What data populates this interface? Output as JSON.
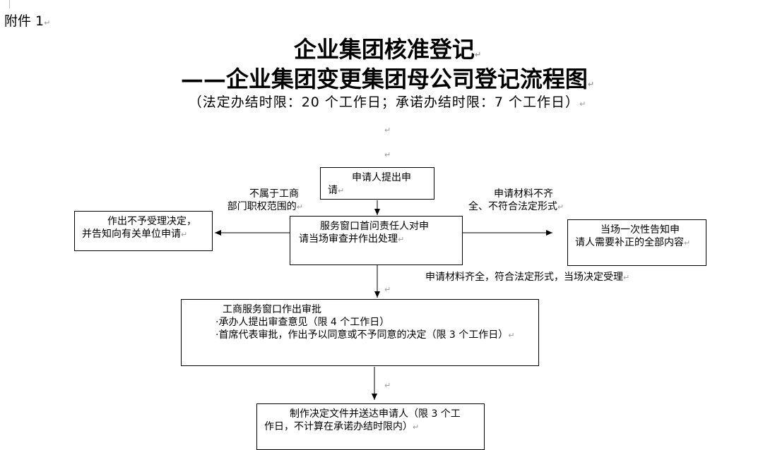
{
  "attachment": "附件 1",
  "title": {
    "line1": "企业集团核准登记",
    "line2": "——企业集团变更集团母公司登记流程图",
    "subtitle": "（法定办结时限：20 个工作日；承诺办结时限：7 个工作日）"
  },
  "flow": {
    "apply": {
      "line1": "申请人提出申",
      "line2": "请"
    },
    "review": {
      "line1": "服务窗口首问责任人对申",
      "line2": "请当场审查并作出处理"
    },
    "reject": {
      "line1": "作出不予受理决定，",
      "line2": "并告知向有关单位申请"
    },
    "notify": {
      "line1": "当场一次性告知申",
      "line2": "请人需要补正的全部内容"
    },
    "approve": {
      "line1": "工商服务窗口作出审批",
      "line2": "·承办人提出审查意见（限 4 个工作日）",
      "line3": "·首席代表审批，作出予以同意或不予同意的决定（限 3 个工作日）"
    },
    "deliver": {
      "line1": "制作决定文件并送达申请人（限 3 个工",
      "line2": "作日，不计算在承诺办结时限内）"
    },
    "label_left": {
      "line1": "不属于工商",
      "line2": "部门职权范围的"
    },
    "label_right": {
      "line1": "申请材料不齐",
      "line2": "全、不符合法定形式"
    },
    "label_accept": "申请材料齐全，符合法定形式，当场决定受理"
  },
  "paragraph_mark": "↵"
}
